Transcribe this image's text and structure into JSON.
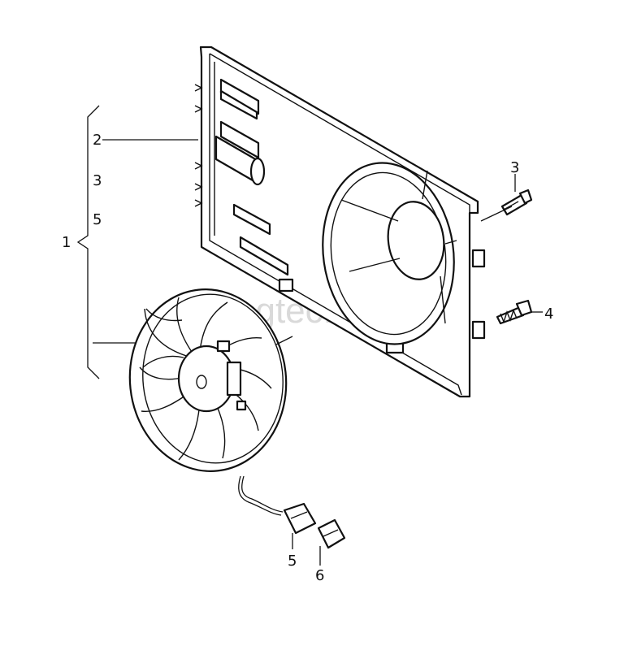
{
  "watermark": "vagtec.ru",
  "callouts": {
    "c1": "1",
    "c2": "2",
    "c3a": "3",
    "c5a": "5",
    "c3b": "3",
    "c4": "4",
    "c5b": "5",
    "c6": "6"
  }
}
